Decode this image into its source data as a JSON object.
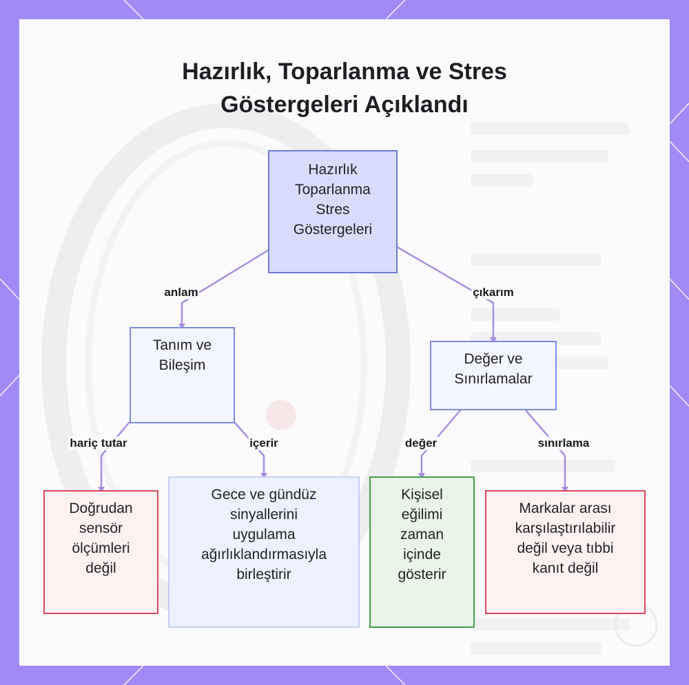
{
  "title": "Hazırlık, Toparlanma ve Stres Göstergeleri Açıklandı",
  "nodes": {
    "root": "Hazırlık\nToparlanma\nStres\nGöstergeleri",
    "definition": "Tanım ve\nBileşim",
    "value": "Değer ve\nSınırlamalar",
    "not_direct": "Doğrudan\nsensör\nölçümleri\ndeğil",
    "combines": "Gece ve gündüz\nsinyallerini\nuygulama\nağırlıklandırmasıyla\nbirleştirir",
    "personal_trend": "Kişisel\neğilimi\nzaman\niçinde\ngösterir",
    "not_comparable": "Markalar arası\nkarşılaştırılabilir\ndeğil veya tıbbi\nkanıt değil"
  },
  "edges": {
    "anlam": "anlam",
    "cikarim": "çıkarım",
    "haric": "hariç tutar",
    "icerir": "içerir",
    "deger": "değer",
    "sinirlama": "sınırlama"
  },
  "colors": {
    "frame": "#a18af5",
    "connector": "#a98ee0",
    "root_fill": "#dadcff",
    "negative_border": "#d8485a",
    "positive_border": "#3e9e4a"
  }
}
